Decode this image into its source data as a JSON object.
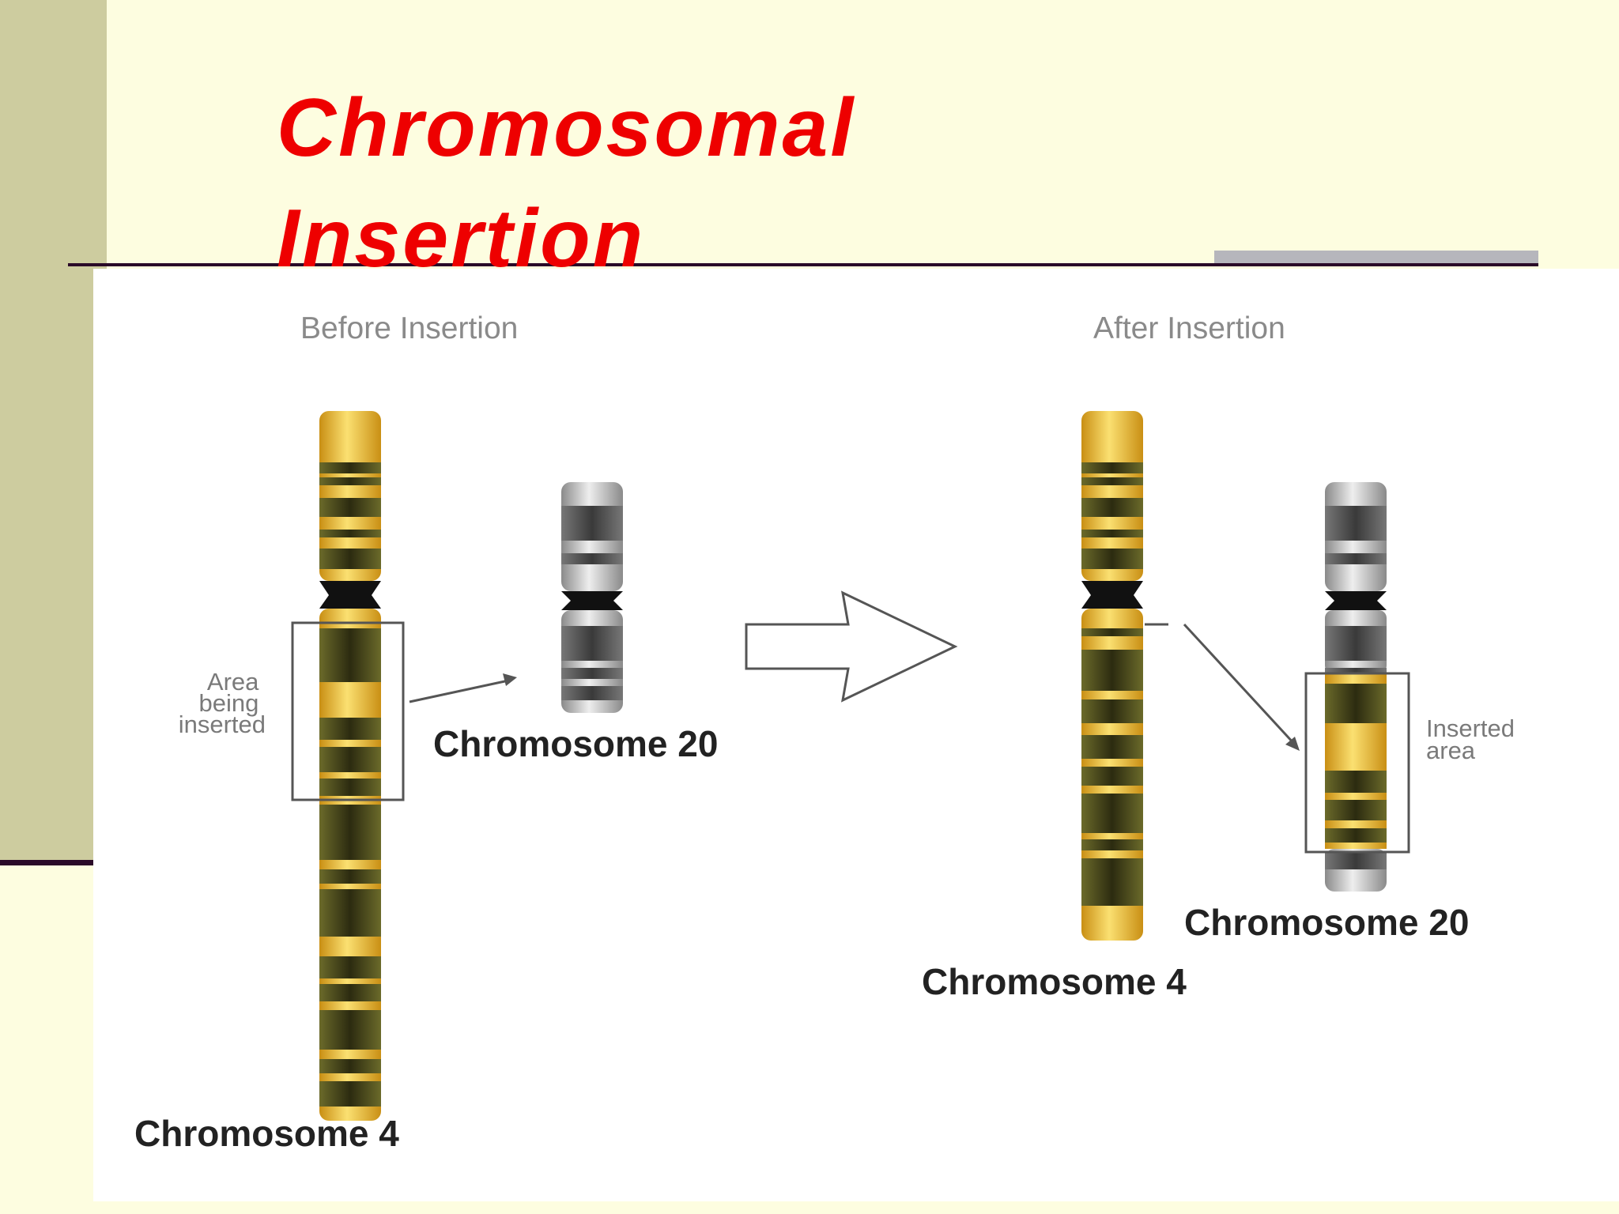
{
  "slide": {
    "title_line1": "Chromosomal",
    "title_line2": "Insertion",
    "colors": {
      "title": "#ee0000",
      "background": "#fdfde0",
      "sidebar": "#cdcc9f",
      "rule": "#2a0a28",
      "band_yellow": "#f2c631",
      "band_dark": "#3b3a16",
      "band_gray": "#bcbcbc"
    }
  },
  "diagram": {
    "before": {
      "heading": "Before Insertion",
      "area_label_lines": [
        "Area",
        "being",
        "inserted"
      ],
      "chromosome4_label": "Chromosome 4",
      "chromosome20_label": "Chromosome 20"
    },
    "after": {
      "heading": "After Insertion",
      "inserted_label_lines": [
        "Inserted",
        "area"
      ],
      "chromosome4_label": "Chromosome 4",
      "chromosome20_label": "Chromosome 20"
    },
    "transition_arrow": "hollow-right-arrow-icon"
  }
}
